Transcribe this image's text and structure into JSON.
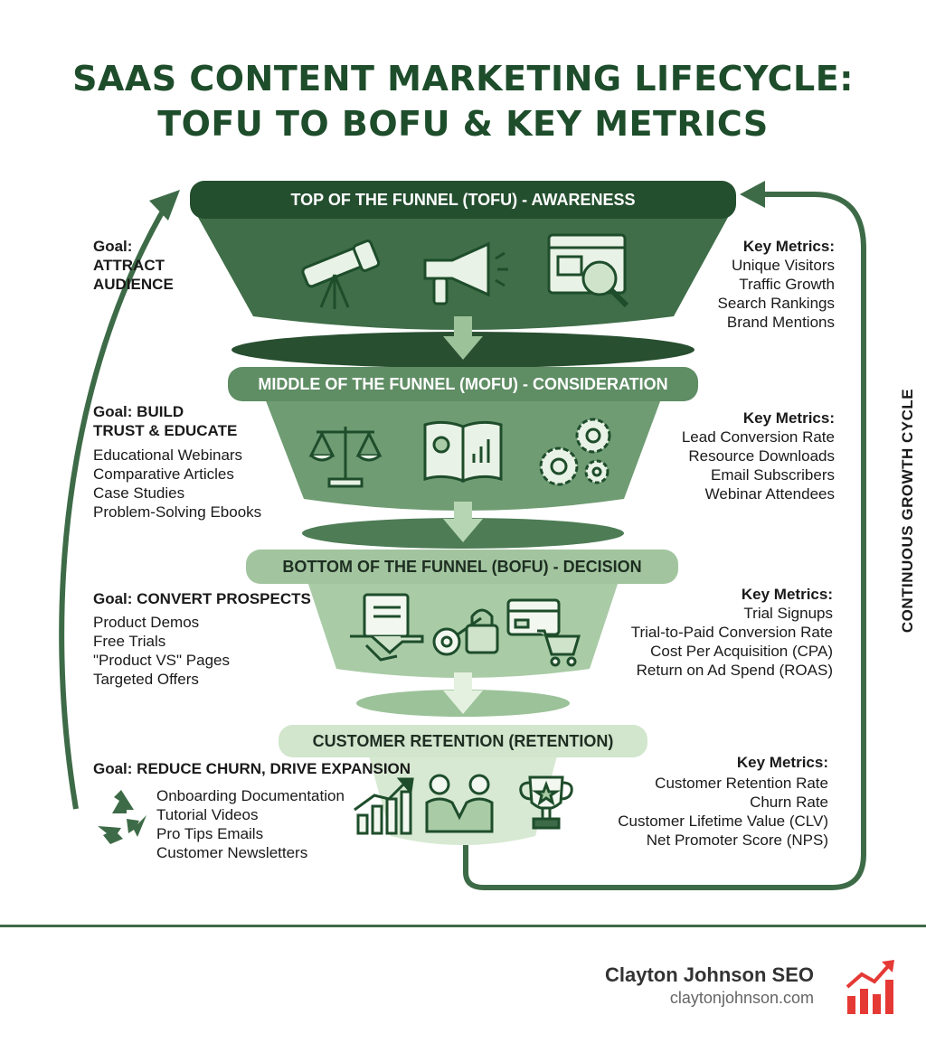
{
  "title": {
    "line1": "SAAS CONTENT MARKETING LIFECYCLE:",
    "line2": "TOFU TO BOFU & KEY METRICS"
  },
  "stages": [
    {
      "label": "TOP OF THE FUNNEL (TOFU) - AWARENESS",
      "goal": [
        "Goal:",
        "ATTRACT",
        "AUDIENCE"
      ],
      "items": [],
      "metrics_heading": "Key Metrics:",
      "metrics": [
        "Unique Visitors",
        "Traffic Growth",
        "Search Rankings",
        "Brand Mentions"
      ],
      "icons": [
        "telescope-icon",
        "megaphone-icon",
        "browser-search-icon"
      ]
    },
    {
      "label": "MIDDLE OF THE FUNNEL (MOFU) - CONSIDERATION",
      "goal": [
        "Goal: BUILD",
        "TRUST & EDUCATE"
      ],
      "items": [
        "Educational Webinars",
        "Comparative Articles",
        "Case Studies",
        "Problem-Solving Ebooks"
      ],
      "metrics_heading": "Key Metrics:",
      "metrics": [
        "Lead Conversion Rate",
        "Resource Downloads",
        "Email Subscribers",
        "Webinar Attendees"
      ],
      "icons": [
        "scales-icon",
        "open-book-icon",
        "gears-icon"
      ]
    },
    {
      "label": "BOTTOM OF THE FUNNEL (BOFU) - DECISION",
      "goal": [
        "Goal: CONVERT PROSPECTS"
      ],
      "items": [
        "Product Demos",
        "Free Trials",
        "\"Product VS\" Pages",
        "Targeted Offers"
      ],
      "metrics_heading": "Key Metrics:",
      "metrics": [
        "Trial Signups",
        "Trial-to-Paid Conversion Rate",
        "Cost Per Acquisition (CPA)",
        "Return on Ad Spend (ROAS)"
      ],
      "icons": [
        "handshake-contract-icon",
        "key-lock-icon",
        "card-cart-icon"
      ]
    },
    {
      "label": "CUSTOMER RETENTION (RETENTION)",
      "goal": [
        "Goal: REDUCE CHURN, DRIVE EXPANSION"
      ],
      "items": [
        "Onboarding Documentation",
        "Tutorial Videos",
        "Pro Tips Emails",
        "Customer Newsletters"
      ],
      "metrics_heading": "Key Metrics:",
      "metrics": [
        "Customer Retention Rate",
        "Churn Rate",
        "Customer Lifetime Value (CLV)",
        "Net Promoter Score (NPS)"
      ],
      "icons": [
        "recycle-icon",
        "growth-chart-icon",
        "people-handshake-icon",
        "trophy-icon"
      ]
    }
  ],
  "cycle_label": "CONTINUOUS GROWTH CYCLE",
  "brand": {
    "name": "Clayton Johnson SEO",
    "url": "claytonjohnson.com"
  },
  "colors": {
    "dark_green": "#1e4d2b",
    "stage1": "#3f6e48",
    "stage2": "#6f9c73",
    "stage3": "#a9cba6",
    "stage4": "#d7e9d2",
    "arrow": "#3d6b47",
    "logo_red": "#e53935"
  }
}
